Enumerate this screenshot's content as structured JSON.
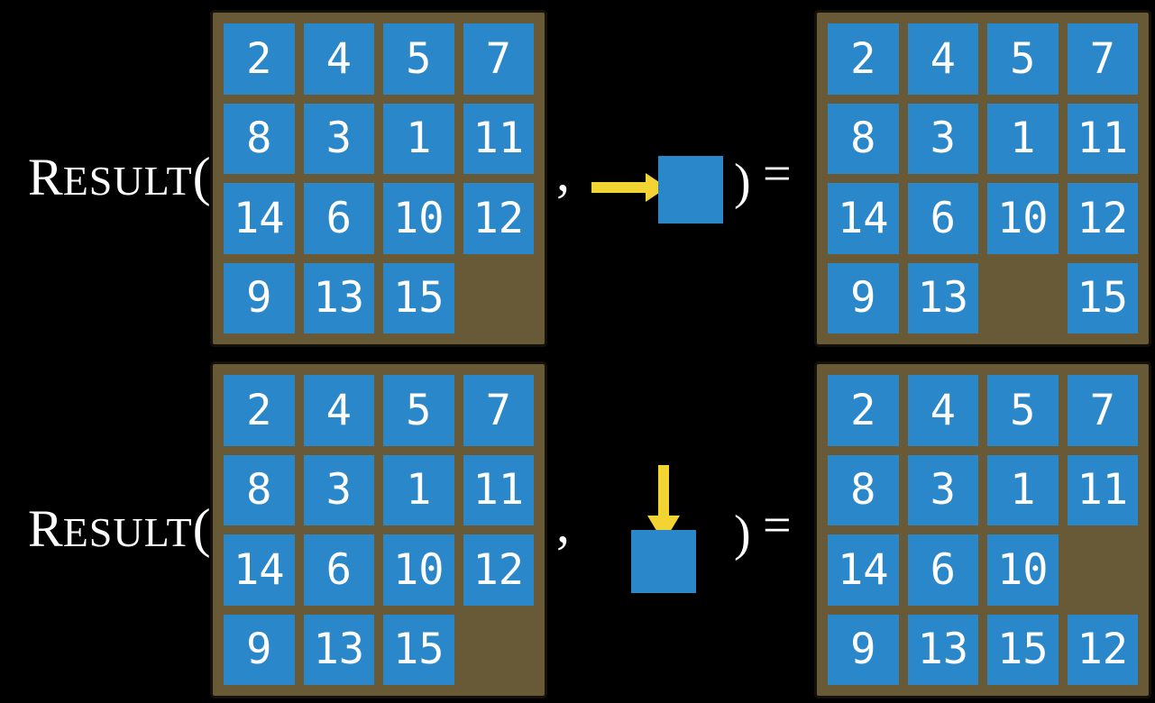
{
  "colors": {
    "background": "#000000",
    "board_frame_brown": "#685a36",
    "board_border": "#14110a",
    "tile_blue": "#2a87c9",
    "arrow_yellow": "#f2d433",
    "text_white": "#ffffff"
  },
  "function": {
    "name_initial": "R",
    "name_rest": "ESULT",
    "open_paren": "(",
    "comma": ",",
    "close_paren": ")",
    "equals": "="
  },
  "equations": [
    {
      "move_direction": "right",
      "initial_board": [
        [
          "2",
          "4",
          "5",
          "7"
        ],
        [
          "8",
          "3",
          "1",
          "11"
        ],
        [
          "14",
          "6",
          "10",
          "12"
        ],
        [
          "9",
          "13",
          "15",
          null
        ]
      ],
      "result_board": [
        [
          "2",
          "4",
          "5",
          "7"
        ],
        [
          "8",
          "3",
          "1",
          "11"
        ],
        [
          "14",
          "6",
          "10",
          "12"
        ],
        [
          "9",
          "13",
          null,
          "15"
        ]
      ]
    },
    {
      "move_direction": "down",
      "initial_board": [
        [
          "2",
          "4",
          "5",
          "7"
        ],
        [
          "8",
          "3",
          "1",
          "11"
        ],
        [
          "14",
          "6",
          "10",
          "12"
        ],
        [
          "9",
          "13",
          "15",
          null
        ]
      ],
      "result_board": [
        [
          "2",
          "4",
          "5",
          "7"
        ],
        [
          "8",
          "3",
          "1",
          "11"
        ],
        [
          "14",
          "6",
          "10",
          null
        ],
        [
          "9",
          "13",
          "15",
          "12"
        ]
      ]
    }
  ]
}
